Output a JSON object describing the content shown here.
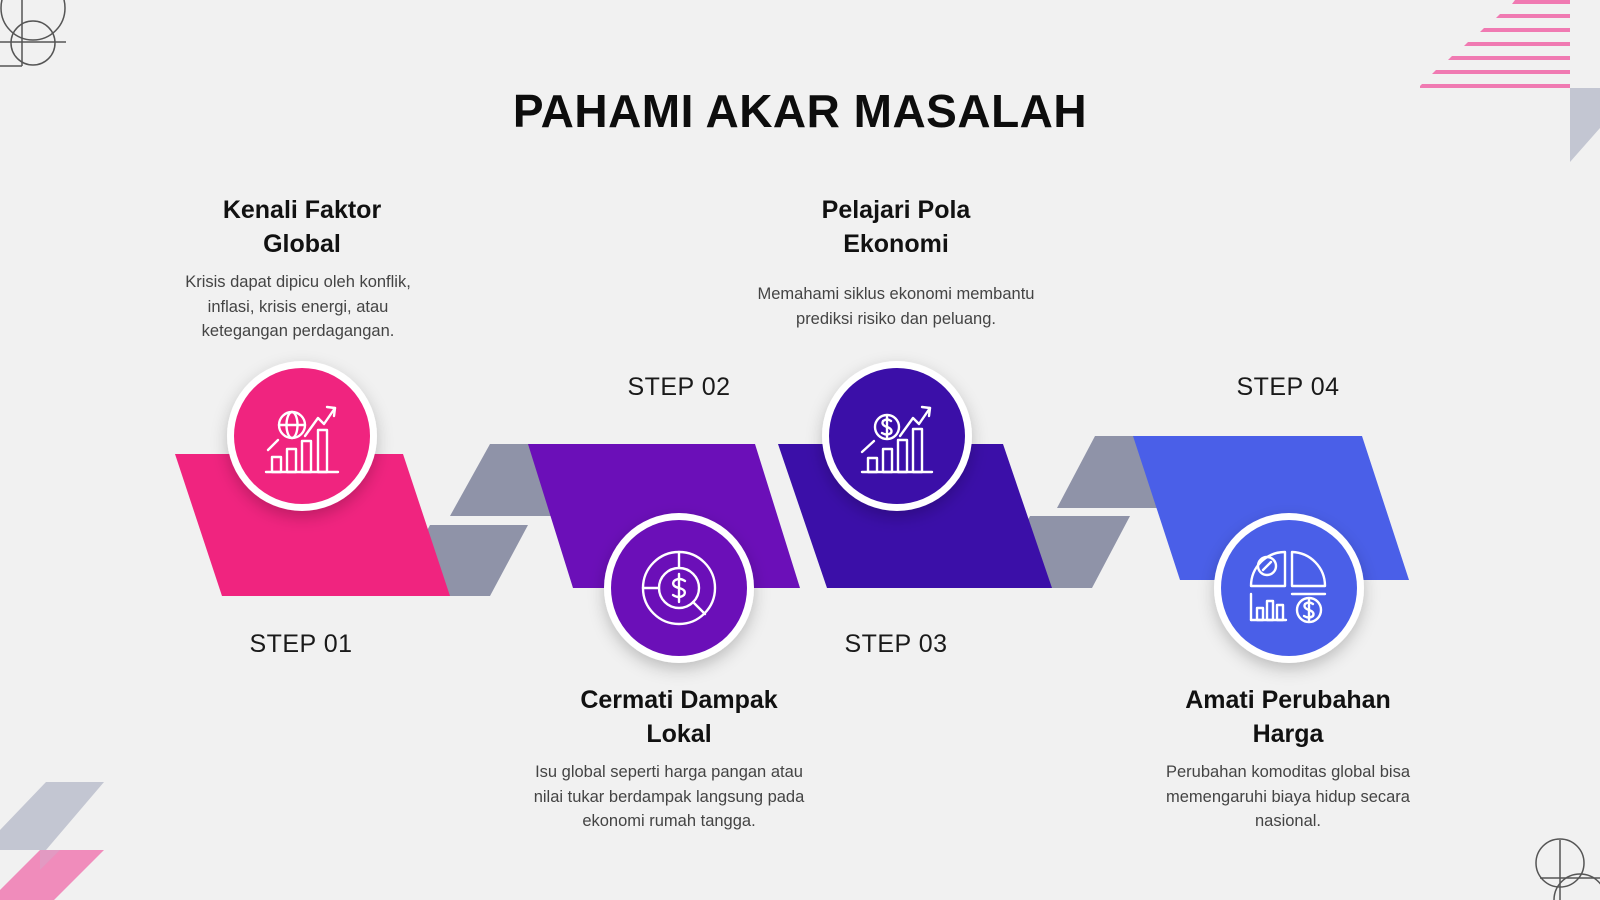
{
  "title": "PAHAMI AKAR MASALAH",
  "colors": {
    "step1": "#f0247f",
    "step2": "#6b0fb8",
    "step3": "#3b0fa8",
    "step4": "#4a5fe8",
    "connector": "#8f93a8",
    "accent_pink": "#f07ab2",
    "accent_gray": "#c3c6d2"
  },
  "steps": [
    {
      "label": "STEP 01",
      "title_line1": "Kenali Faktor",
      "title_line2": "Global",
      "desc_line1": "Krisis dapat dipicu oleh konflik,",
      "desc_line2": "inflasi, krisis energi, atau",
      "desc_line3": "ketegangan perdagangan.",
      "icon": "globe-growth-chart-icon"
    },
    {
      "label": "STEP 02",
      "title_line1": "Cermati Dampak",
      "title_line2": "Lokal",
      "desc_line1": "Isu global seperti harga pangan atau",
      "desc_line2": "nilai tukar berdampak langsung pada",
      "desc_line3": "ekonomi rumah tangga.",
      "icon": "money-pie-chart-icon"
    },
    {
      "label": "STEP 03",
      "title_line1": "Pelajari Pola",
      "title_line2": "Ekonomi",
      "desc_line1": "Memahami siklus ekonomi membantu",
      "desc_line2": "prediksi risiko dan peluang.",
      "icon": "dollar-growth-chart-icon"
    },
    {
      "label": "STEP 04",
      "title_line1": "Amati Perubahan",
      "title_line2": "Harga",
      "desc_line1": "Perubahan komoditas global bisa",
      "desc_line2": "memengaruhi biaya hidup secara",
      "desc_line3": "nasional.",
      "icon": "price-analysis-icon"
    }
  ]
}
